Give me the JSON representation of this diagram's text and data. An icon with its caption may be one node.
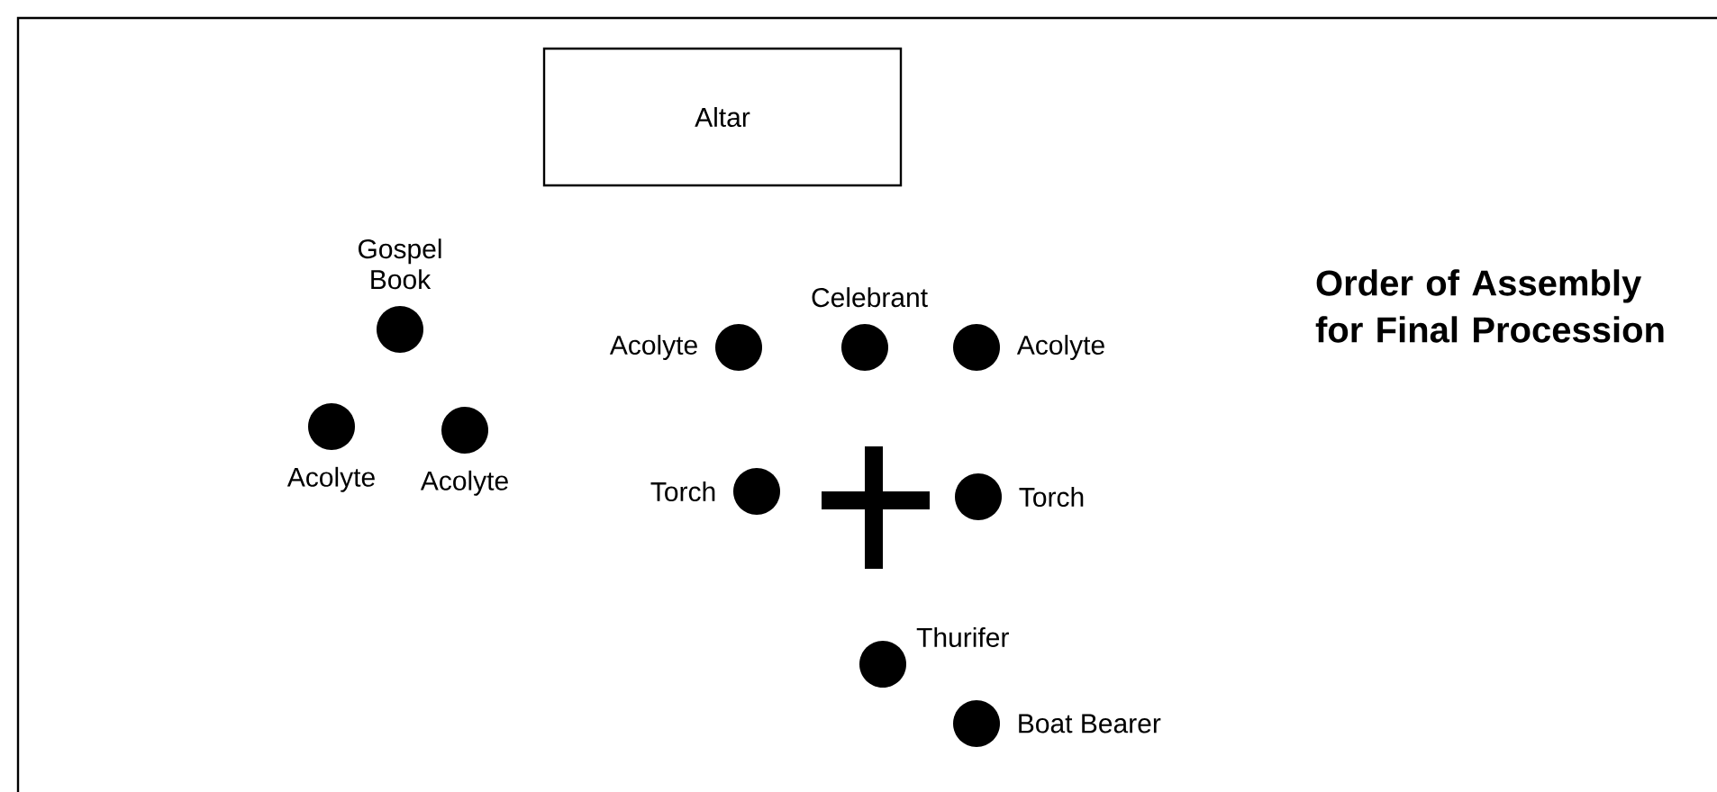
{
  "diagram": {
    "title": "Order of Assembly for Final Procession",
    "nodes": [
      {
        "text": [
          "Altar"
        ]
      },
      {
        "text": [],
        "shape": "circle",
        "beside": [
          "Gospel Book"
        ]
      },
      {
        "text": [],
        "shape": "circle",
        "beside": [
          "Acolyte"
        ]
      },
      {
        "text": [],
        "shape": "circle",
        "beside": [
          "Acolyte"
        ]
      },
      {
        "text": [],
        "shape": "circle",
        "beside": [
          "Acolyte"
        ]
      },
      {
        "text": [],
        "shape": "circle",
        "beside": [
          "Celebrant"
        ]
      },
      {
        "text": [],
        "shape": "circle",
        "beside": [
          "Acolyte"
        ]
      },
      {
        "text": [],
        "shape": "circle",
        "beside": [
          "Torch"
        ]
      },
      {
        "text": [],
        "shape": "circle",
        "beside": [
          "Torch"
        ]
      },
      {
        "text": [],
        "shape": "circle",
        "beside": [
          "Thurifer"
        ]
      },
      {
        "text": [],
        "shape": "circle",
        "beside": [
          "Boat Bearer"
        ]
      }
    ]
  }
}
